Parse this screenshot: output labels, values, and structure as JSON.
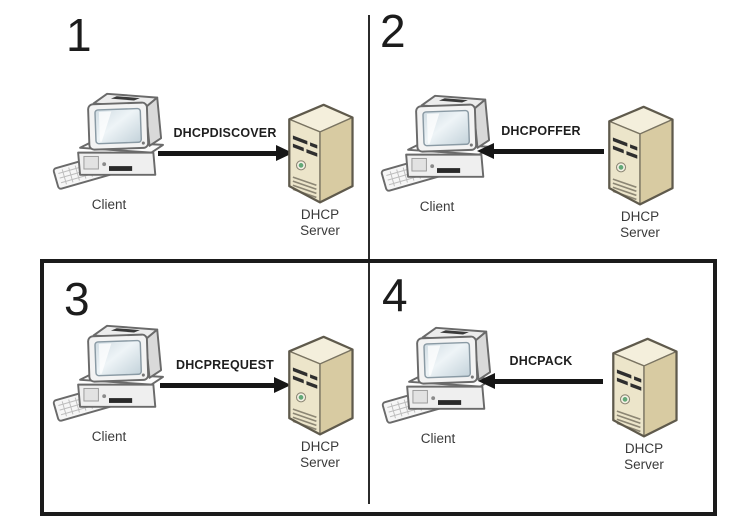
{
  "diagram": {
    "kind": "dhcp-four-step-exchange",
    "panels": [
      {
        "number": "1",
        "message": "DHCPDISCOVER",
        "direction": "client-to-server",
        "client_label": "Client",
        "server_label": {
          "line1": "DHCP",
          "line2": "Server"
        }
      },
      {
        "number": "2",
        "message": "DHCPOFFER",
        "direction": "server-to-client",
        "client_label": "Client",
        "server_label": {
          "line1": "DHCP",
          "line2": "Server"
        }
      },
      {
        "number": "3",
        "message": "DHCPREQUEST",
        "direction": "client-to-server",
        "client_label": "Client",
        "server_label": {
          "line1": "DHCP",
          "line2": "Server"
        }
      },
      {
        "number": "4",
        "message": "DHCPACK",
        "direction": "server-to-client",
        "client_label": "Client",
        "server_label": {
          "line1": "DHCP",
          "line2": "Server"
        }
      }
    ],
    "icons": {
      "client": "desktop-computer-icon",
      "server": "server-tower-icon"
    },
    "colors": {
      "background": "#ffffff",
      "arrow": "#161616",
      "divider": "#2b2b2b",
      "highlight_border": "#1b1b1b",
      "server_front": "#ece5ca",
      "server_side": "#d8cba2",
      "server_top": "#f4efdc"
    }
  }
}
